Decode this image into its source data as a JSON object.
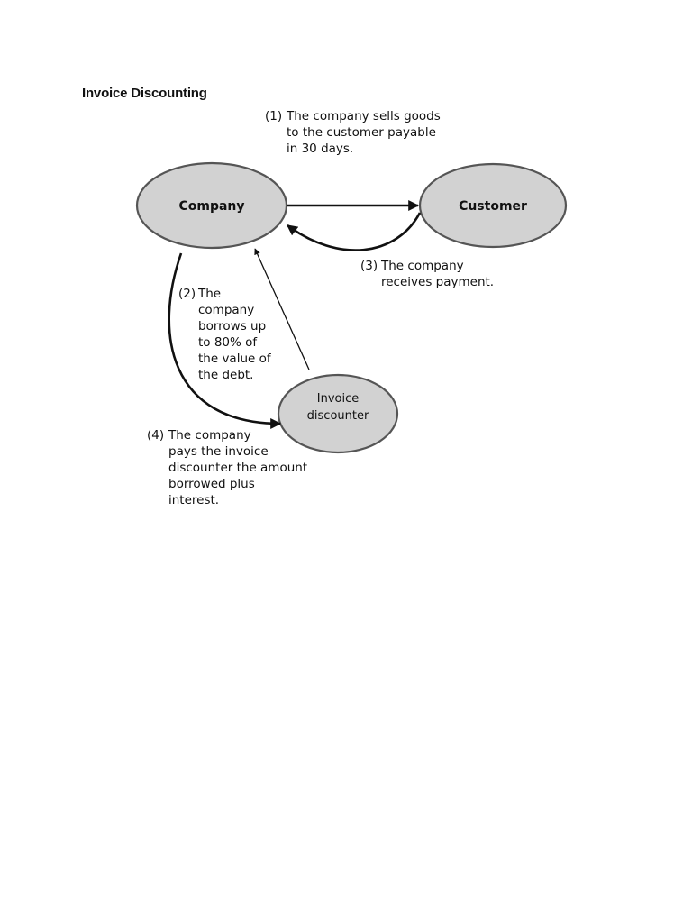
{
  "page": {
    "heading": "Invoice Discounting"
  },
  "diagram": {
    "nodes": {
      "company": "Company",
      "customer": "Customer",
      "discounter_line1": "Invoice",
      "discounter_line2": "discounter"
    },
    "steps": {
      "step1": {
        "marker": "(1)",
        "lines": [
          "The company sells goods",
          "to the customer payable",
          "in 30 days."
        ]
      },
      "step2": {
        "marker": "(2)",
        "lines": [
          "The",
          "company",
          "borrows up",
          "to 80% of",
          "the value of",
          "the debt."
        ]
      },
      "step3": {
        "marker": "(3)",
        "lines": [
          "The company",
          "receives payment."
        ]
      },
      "step4": {
        "marker": "(4)",
        "lines": [
          "The company",
          "pays the invoice",
          "discounter the amount",
          "borrowed plus",
          "interest."
        ]
      }
    },
    "colors": {
      "node_fill": "#d2d2d2",
      "node_stroke": "#555555",
      "arrow": "#111111"
    }
  }
}
